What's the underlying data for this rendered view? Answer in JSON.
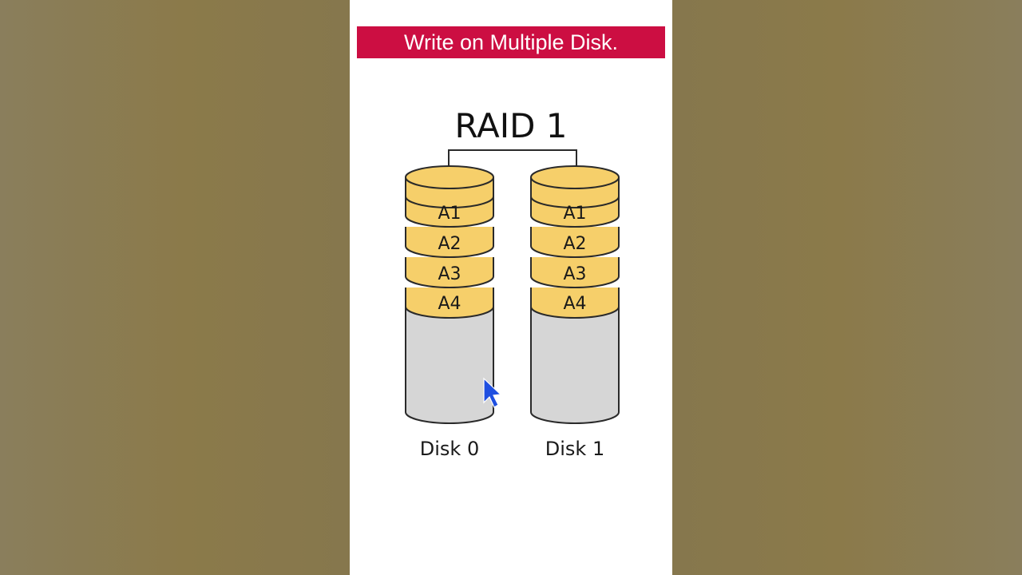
{
  "banner": {
    "text": "Write on Multiple Disk."
  },
  "diagram": {
    "title": "RAID 1",
    "disks": [
      {
        "label": "Disk 0",
        "blocks": [
          "A1",
          "A2",
          "A3",
          "A4"
        ]
      },
      {
        "label": "Disk 1",
        "blocks": [
          "A1",
          "A2",
          "A3",
          "A4"
        ]
      }
    ],
    "colors": {
      "block_fill": "#f6cf6a",
      "empty_fill": "#d6d6d6",
      "outline": "#2a2a2a",
      "cursor": "#1f4fe0",
      "banner": "#cc0e42"
    }
  },
  "cursor_icon": "pointer-arrow-icon"
}
